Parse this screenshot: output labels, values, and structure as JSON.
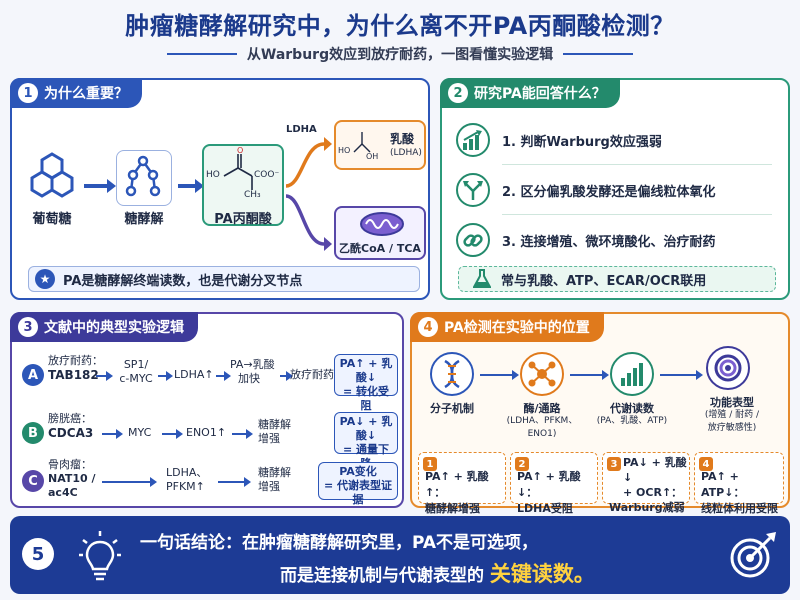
{
  "header": {
    "title": "肿瘤糖酵解研究中，为什么离不开PA丙酮酸检测？",
    "subtitle": "从Warburg效应到放疗耐药，一图看懂实验逻辑"
  },
  "panel1": {
    "number": "1",
    "title": "为什么重要？",
    "glucose": "葡萄糖",
    "glycolysis": "糖酵解",
    "pa": "PA丙酮酸",
    "ldha": "LDHA",
    "lactate": "乳酸",
    "lactate_sub": "(LDHA)",
    "acetyl": "乙酰CoA / TCA",
    "coo": "COO⁻",
    "ch3": "CH₃",
    "ho1": "HO",
    "oh1": "OH",
    "ho2": "HO",
    "note": "PA是糖酵解终端读数，也是代谢分叉节点"
  },
  "panel2": {
    "number": "2",
    "title": "研究PA能回答什么？",
    "items": [
      "1. 判断Warburg效应强弱",
      "2. 区分偏乳酸发酵还是偏线粒体氧化",
      "3. 连接增殖、微环境酸化、治疗耐药"
    ],
    "footer": "常与乳酸、ATP、ECAR/OCR联用"
  },
  "panel3": {
    "number": "3",
    "title": "文献中的典型实验逻辑",
    "rows": [
      {
        "letter": "A",
        "src1": "放疗耐药：",
        "src2": "TAB182",
        "s1a": "SP1/",
        "s1b": "c-MYC",
        "s2": "LDHA↑",
        "s3a": "PA→乳酸",
        "s3b": "加快",
        "s4": "放疗耐药",
        "res1": "PA↑ + 乳酸↓",
        "res2": "= 转化受阻"
      },
      {
        "letter": "B",
        "src1": "膀胱癌：",
        "src2": "CDCA3",
        "s1": "MYC",
        "s2": "ENO1↑",
        "s3a": "糖酵解",
        "s3b": "增强",
        "res1": "PA↓ + 乳酸↓",
        "res2": "= 通量下降"
      },
      {
        "letter": "C",
        "src1": "骨肉瘤：",
        "src2": "NAT10 /",
        "src3": "ac4C",
        "s1a": "LDHA、",
        "s1b": "PFKM↑",
        "s2a": "糖酵解",
        "s2b": "增强",
        "res1": "PA变化",
        "res2": "= 代谢表型证据"
      }
    ]
  },
  "panel4": {
    "number": "4",
    "title": "PA检测在实验中的位置",
    "steps": [
      {
        "label": "分子机制",
        "sub": ""
      },
      {
        "label": "酶/通路",
        "sub": "(LDHA、PFKM、ENO1)"
      },
      {
        "label": "代谢读数",
        "sub": "(PA、乳酸、ATP)"
      },
      {
        "label": "功能表型",
        "sub1": "(增殖 / 耐药 /",
        "sub2": "放疗敏感性)"
      }
    ],
    "cells": [
      {
        "num": "1",
        "l1": "PA↑ + 乳酸↑：",
        "l2": "糖酵解增强"
      },
      {
        "num": "2",
        "l1": "PA↑ + 乳酸↓：",
        "l2": "LDHA受阻"
      },
      {
        "num": "3",
        "l1": "PA↓ + 乳酸↓",
        "l2": "+ OCR↑：",
        "l3": "Warburg减弱"
      },
      {
        "num": "4",
        "l1": "PA↑ + ATP↓：",
        "l2": "线粒体利用受限"
      }
    ]
  },
  "panel5": {
    "number": "5",
    "line1": "一句话结论：在肿瘤糖酵解研究里，PA不是可选项，",
    "line2_pre": "而是连接机制与代谢表型的",
    "highlight": "关键读数。"
  },
  "colors": {
    "blue": "#2c56b8",
    "green": "#238a6c",
    "purple": "#3d3a9a",
    "orange": "#e07a1c",
    "navy": "#1d3b95",
    "highlight": "#ffd23f"
  }
}
